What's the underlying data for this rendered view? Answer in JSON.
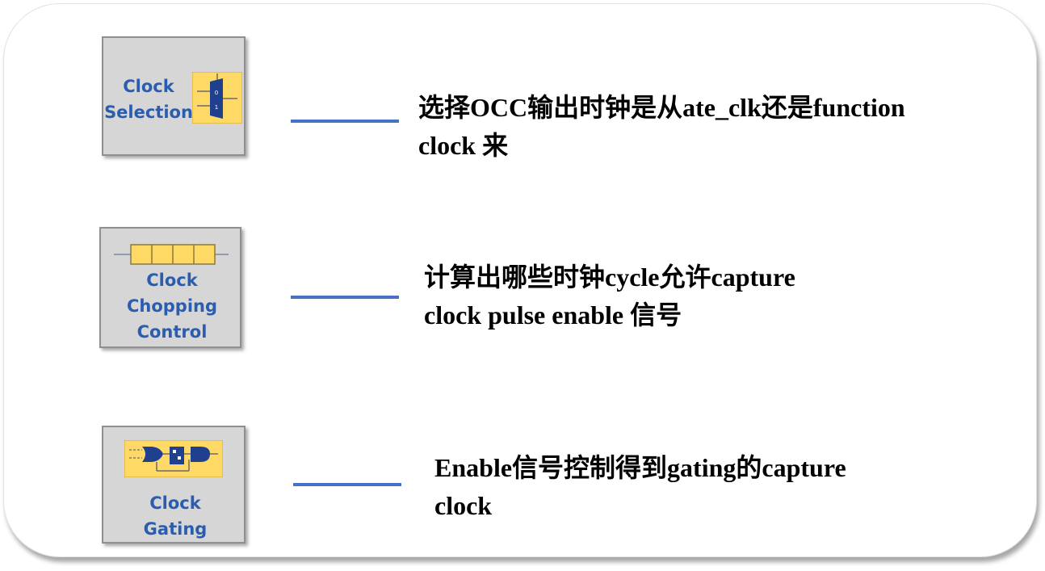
{
  "rows": [
    {
      "block_lines": [
        "Clock",
        "Selection"
      ],
      "icon": "mux-icon",
      "mux_inputs": [
        "0",
        "1"
      ],
      "description_lines": [
        "选择OCC输出时钟是从ate_clk还是function",
        "clock 来"
      ]
    },
    {
      "block_lines": [
        "Clock",
        "Chopping",
        "Control"
      ],
      "icon": "shift-register-icon",
      "description_lines": [
        "计算出哪些时钟cycle允许capture",
        "clock pulse enable 信号"
      ]
    },
    {
      "block_lines": [
        "Clock",
        "Gating"
      ],
      "icon": "clock-gating-icon",
      "description_lines": [
        "Enable信号控制得到gating的capture",
        "clock"
      ]
    }
  ],
  "colors": {
    "block_fill": "#d6d6d6",
    "block_label": "#2a5db0",
    "icon_fill": "#ffd966",
    "connector": "#4472c4",
    "mux_body": "#1f3f8f"
  }
}
